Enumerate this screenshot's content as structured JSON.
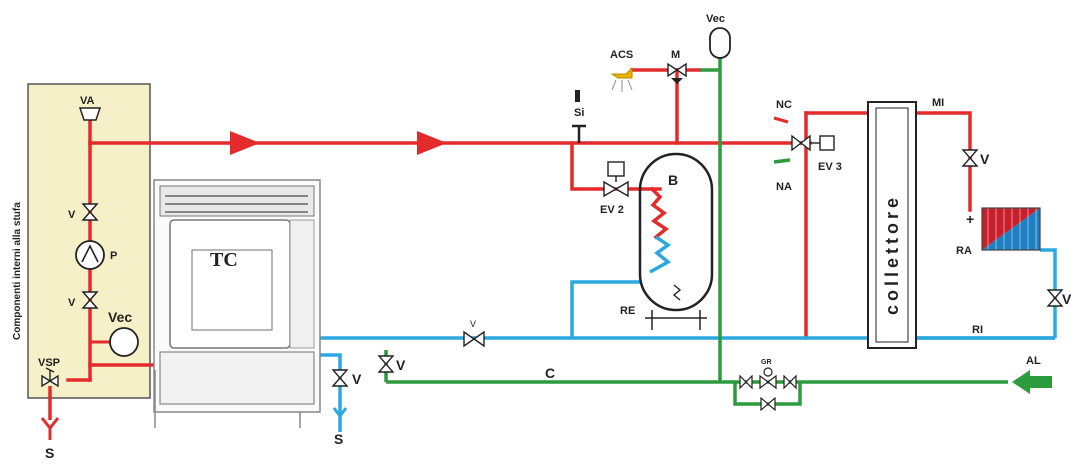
{
  "colors": {
    "hot_pipe": "#e32b2b",
    "return_pipe": "#2aa8df",
    "cold_pipe": "#2c9b3e",
    "panel_fill": "#f5f0c8",
    "outline": "#222222",
    "tank_fill": "#ffffff",
    "radiator_hot": "#c8202a",
    "radiator_cold": "#1e7fc3",
    "acs_tap": "#e8b400"
  },
  "labels": {
    "panel_title": "Componenti interni alla stufa",
    "va": "VA",
    "v_upper": "V",
    "p": "P",
    "v_lower": "V",
    "vec_left": "Vec",
    "vsp": "VSP",
    "s_left": "S",
    "tc": "TC",
    "s_drain": "S",
    "v_drain": "V",
    "v_cold": "V",
    "v_return": "V",
    "c": "C",
    "si": "Si",
    "acs": "ACS",
    "m": "M",
    "vec_top": "Vec",
    "ev2": "EV 2",
    "b": "B",
    "re": "RE",
    "nc": "NC",
    "na": "NA",
    "ev3": "EV 3",
    "collettore": "collettore",
    "mi": "MI",
    "v_mi": "V",
    "ra": "RA",
    "plus": "+",
    "v_ri": "V",
    "ri": "RI",
    "gr": "GR",
    "al": "AL"
  }
}
